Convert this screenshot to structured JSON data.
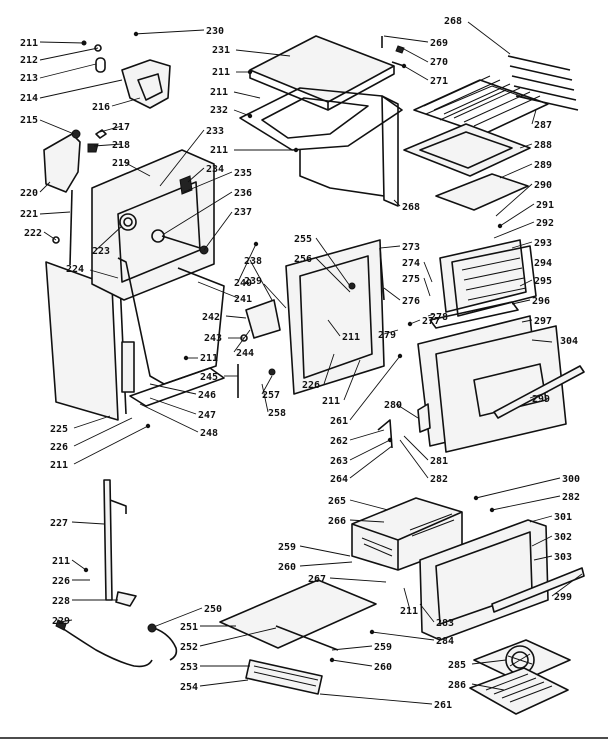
{
  "labels": [
    {
      "id": "l211a",
      "text": "211"
    },
    {
      "id": "l212",
      "text": "212"
    },
    {
      "id": "l213",
      "text": "213"
    },
    {
      "id": "l214",
      "text": "214"
    },
    {
      "id": "l216",
      "text": "216"
    },
    {
      "id": "l215",
      "text": "215"
    },
    {
      "id": "l217",
      "text": "217"
    },
    {
      "id": "l218",
      "text": "218"
    },
    {
      "id": "l219",
      "text": "219"
    },
    {
      "id": "l220",
      "text": "220"
    },
    {
      "id": "l221",
      "text": "221"
    },
    {
      "id": "l222",
      "text": "222"
    },
    {
      "id": "l223",
      "text": "223"
    },
    {
      "id": "l224",
      "text": "224"
    },
    {
      "id": "l225",
      "text": "225"
    },
    {
      "id": "l226a",
      "text": "226"
    },
    {
      "id": "l211b",
      "text": "211"
    },
    {
      "id": "l230",
      "text": "230"
    },
    {
      "id": "l231",
      "text": "231"
    },
    {
      "id": "l211c",
      "text": "211"
    },
    {
      "id": "l211d",
      "text": "211"
    },
    {
      "id": "l232",
      "text": "232"
    },
    {
      "id": "l233",
      "text": "233"
    },
    {
      "id": "l211e",
      "text": "211"
    },
    {
      "id": "l234",
      "text": "234"
    },
    {
      "id": "l235",
      "text": "235"
    },
    {
      "id": "l236",
      "text": "236"
    },
    {
      "id": "l237",
      "text": "237"
    },
    {
      "id": "l240",
      "text": "240"
    },
    {
      "id": "l241",
      "text": "241"
    },
    {
      "id": "l238",
      "text": "238"
    },
    {
      "id": "l239",
      "text": "239"
    },
    {
      "id": "l242",
      "text": "242"
    },
    {
      "id": "l243",
      "text": "243"
    },
    {
      "id": "l211f",
      "text": "211"
    },
    {
      "id": "l244",
      "text": "244"
    },
    {
      "id": "l245",
      "text": "245"
    },
    {
      "id": "l246",
      "text": "246"
    },
    {
      "id": "l247",
      "text": "247"
    },
    {
      "id": "l248",
      "text": "248"
    },
    {
      "id": "l268",
      "text": "268"
    },
    {
      "id": "l269",
      "text": "269"
    },
    {
      "id": "l270",
      "text": "270"
    },
    {
      "id": "l271",
      "text": "271"
    },
    {
      "id": "l287",
      "text": "287"
    },
    {
      "id": "l288",
      "text": "288"
    },
    {
      "id": "l289",
      "text": "289"
    },
    {
      "id": "l290",
      "text": "290"
    },
    {
      "id": "l268b",
      "text": "268"
    },
    {
      "id": "l291",
      "text": "291"
    },
    {
      "id": "l292",
      "text": "292"
    },
    {
      "id": "l293",
      "text": "293"
    },
    {
      "id": "l294",
      "text": "294"
    },
    {
      "id": "l295",
      "text": "295"
    },
    {
      "id": "l296",
      "text": "296"
    },
    {
      "id": "l297",
      "text": "297"
    },
    {
      "id": "l304",
      "text": "304"
    },
    {
      "id": "l299a",
      "text": "299"
    },
    {
      "id": "l255",
      "text": "255"
    },
    {
      "id": "l256",
      "text": "256"
    },
    {
      "id": "l273",
      "text": "273"
    },
    {
      "id": "l274",
      "text": "274"
    },
    {
      "id": "l275",
      "text": "275"
    },
    {
      "id": "l276",
      "text": "276"
    },
    {
      "id": "l277",
      "text": "277"
    },
    {
      "id": "l278",
      "text": "278"
    },
    {
      "id": "l279",
      "text": "279"
    },
    {
      "id": "l211g",
      "text": "211"
    },
    {
      "id": "l226b",
      "text": "226"
    },
    {
      "id": "l211h",
      "text": "211"
    },
    {
      "id": "l257",
      "text": "257"
    },
    {
      "id": "l258",
      "text": "258"
    },
    {
      "id": "l261a",
      "text": "261"
    },
    {
      "id": "l262",
      "text": "262"
    },
    {
      "id": "l263",
      "text": "263"
    },
    {
      "id": "l264",
      "text": "264"
    },
    {
      "id": "l280",
      "text": "280"
    },
    {
      "id": "l281",
      "text": "281"
    },
    {
      "id": "l282a",
      "text": "282"
    },
    {
      "id": "l300",
      "text": "300"
    },
    {
      "id": "l282b",
      "text": "282"
    },
    {
      "id": "l301",
      "text": "301"
    },
    {
      "id": "l302",
      "text": "302"
    },
    {
      "id": "l303",
      "text": "303"
    },
    {
      "id": "l299b",
      "text": "299"
    },
    {
      "id": "l265",
      "text": "265"
    },
    {
      "id": "l266",
      "text": "266"
    },
    {
      "id": "l259a",
      "text": "259"
    },
    {
      "id": "l260a",
      "text": "260"
    },
    {
      "id": "l267",
      "text": "267"
    },
    {
      "id": "l211i",
      "text": "211"
    },
    {
      "id": "l283",
      "text": "283"
    },
    {
      "id": "l284",
      "text": "284"
    },
    {
      "id": "l227",
      "text": "227"
    },
    {
      "id": "l211j",
      "text": "211"
    },
    {
      "id": "l226c",
      "text": "226"
    },
    {
      "id": "l228",
      "text": "228"
    },
    {
      "id": "l229",
      "text": "229"
    },
    {
      "id": "l250",
      "text": "250"
    },
    {
      "id": "l251",
      "text": "251"
    },
    {
      "id": "l252",
      "text": "252"
    },
    {
      "id": "l253",
      "text": "253"
    },
    {
      "id": "l254",
      "text": "254"
    },
    {
      "id": "l259b",
      "text": "259"
    },
    {
      "id": "l260b",
      "text": "260"
    },
    {
      "id": "l261b",
      "text": "261"
    },
    {
      "id": "l285",
      "text": "285"
    },
    {
      "id": "l286",
      "text": "286"
    }
  ]
}
